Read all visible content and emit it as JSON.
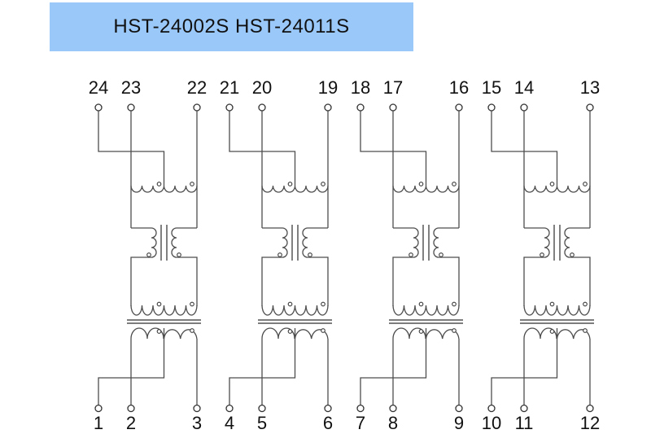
{
  "title": {
    "label": "HST-24002S HST-24011S"
  },
  "colors": {
    "banner_bg": "#9AC8F8",
    "wire": "#4d4d4d",
    "core": "#6b6b6b",
    "text": "#111111",
    "background": "#ffffff"
  },
  "schematic": {
    "description": "Four identical center-tapped isolation transformer units",
    "blocks": [
      {
        "top_pins": [
          "24",
          "23",
          "22"
        ],
        "bottom_pins": [
          "1",
          "2",
          "3"
        ]
      },
      {
        "top_pins": [
          "21",
          "20",
          "19"
        ],
        "bottom_pins": [
          "4",
          "5",
          "6"
        ]
      },
      {
        "top_pins": [
          "18",
          "17",
          "16"
        ],
        "bottom_pins": [
          "7",
          "8",
          "9"
        ]
      },
      {
        "top_pins": [
          "15",
          "14",
          "13"
        ],
        "bottom_pins": [
          "10",
          "11",
          "12"
        ]
      }
    ]
  }
}
